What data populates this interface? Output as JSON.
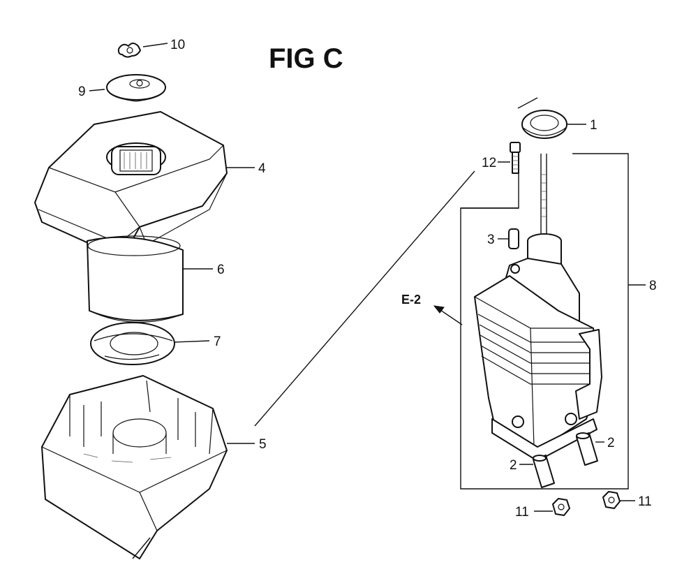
{
  "title": "FIG C",
  "ref_label": "E-2",
  "callouts": {
    "c1": "1",
    "c2a": "2",
    "c2b": "2",
    "c3": "3",
    "c4": "4",
    "c5": "5",
    "c6": "6",
    "c7": "7",
    "c8": "8",
    "c9": "9",
    "c10": "10",
    "c11a": "11",
    "c11b": "11",
    "c12": "12"
  }
}
